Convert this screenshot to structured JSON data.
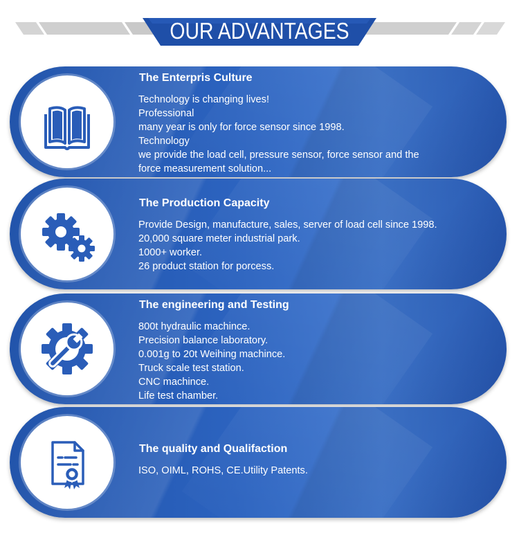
{
  "header": {
    "title": "OUR ADVANTAGES"
  },
  "colors": {
    "primary_blue": "#2a5db8",
    "banner_blue": "#1f4fa8",
    "stripe_gray": "#cfcfcf"
  },
  "rows": [
    {
      "icon": "open-book-icon",
      "title": "The Enterpris Culture",
      "lines": [
        "Technology is changing lives!",
        "Professional",
        "many year is only for force sensor since 1998.",
        "Technology",
        "we provide the load cell, pressure sensor, force sensor and the",
        "force measurement solution..."
      ]
    },
    {
      "icon": "gears-icon",
      "title": "The Production Capacity",
      "lines": [
        "Provide Design, manufacture, sales, server of load cell since 1998.",
        "20,000 square meter industrial park.",
        "1000+ worker.",
        "26 product station for porcess."
      ]
    },
    {
      "icon": "gear-wrench-icon",
      "title": "The engineering and Testing",
      "lines": [
        "800t hydraulic machince.",
        "Precision balance laboratory.",
        "0.001g to 20t Weihing machince.",
        "Truck scale test station.",
        "CNC machince.",
        "Life test chamber."
      ]
    },
    {
      "icon": "certificate-icon",
      "title": "The quality and Qualifaction",
      "lines": [
        "ISO, OIML, ROHS, CE.Utility Patents."
      ]
    }
  ]
}
